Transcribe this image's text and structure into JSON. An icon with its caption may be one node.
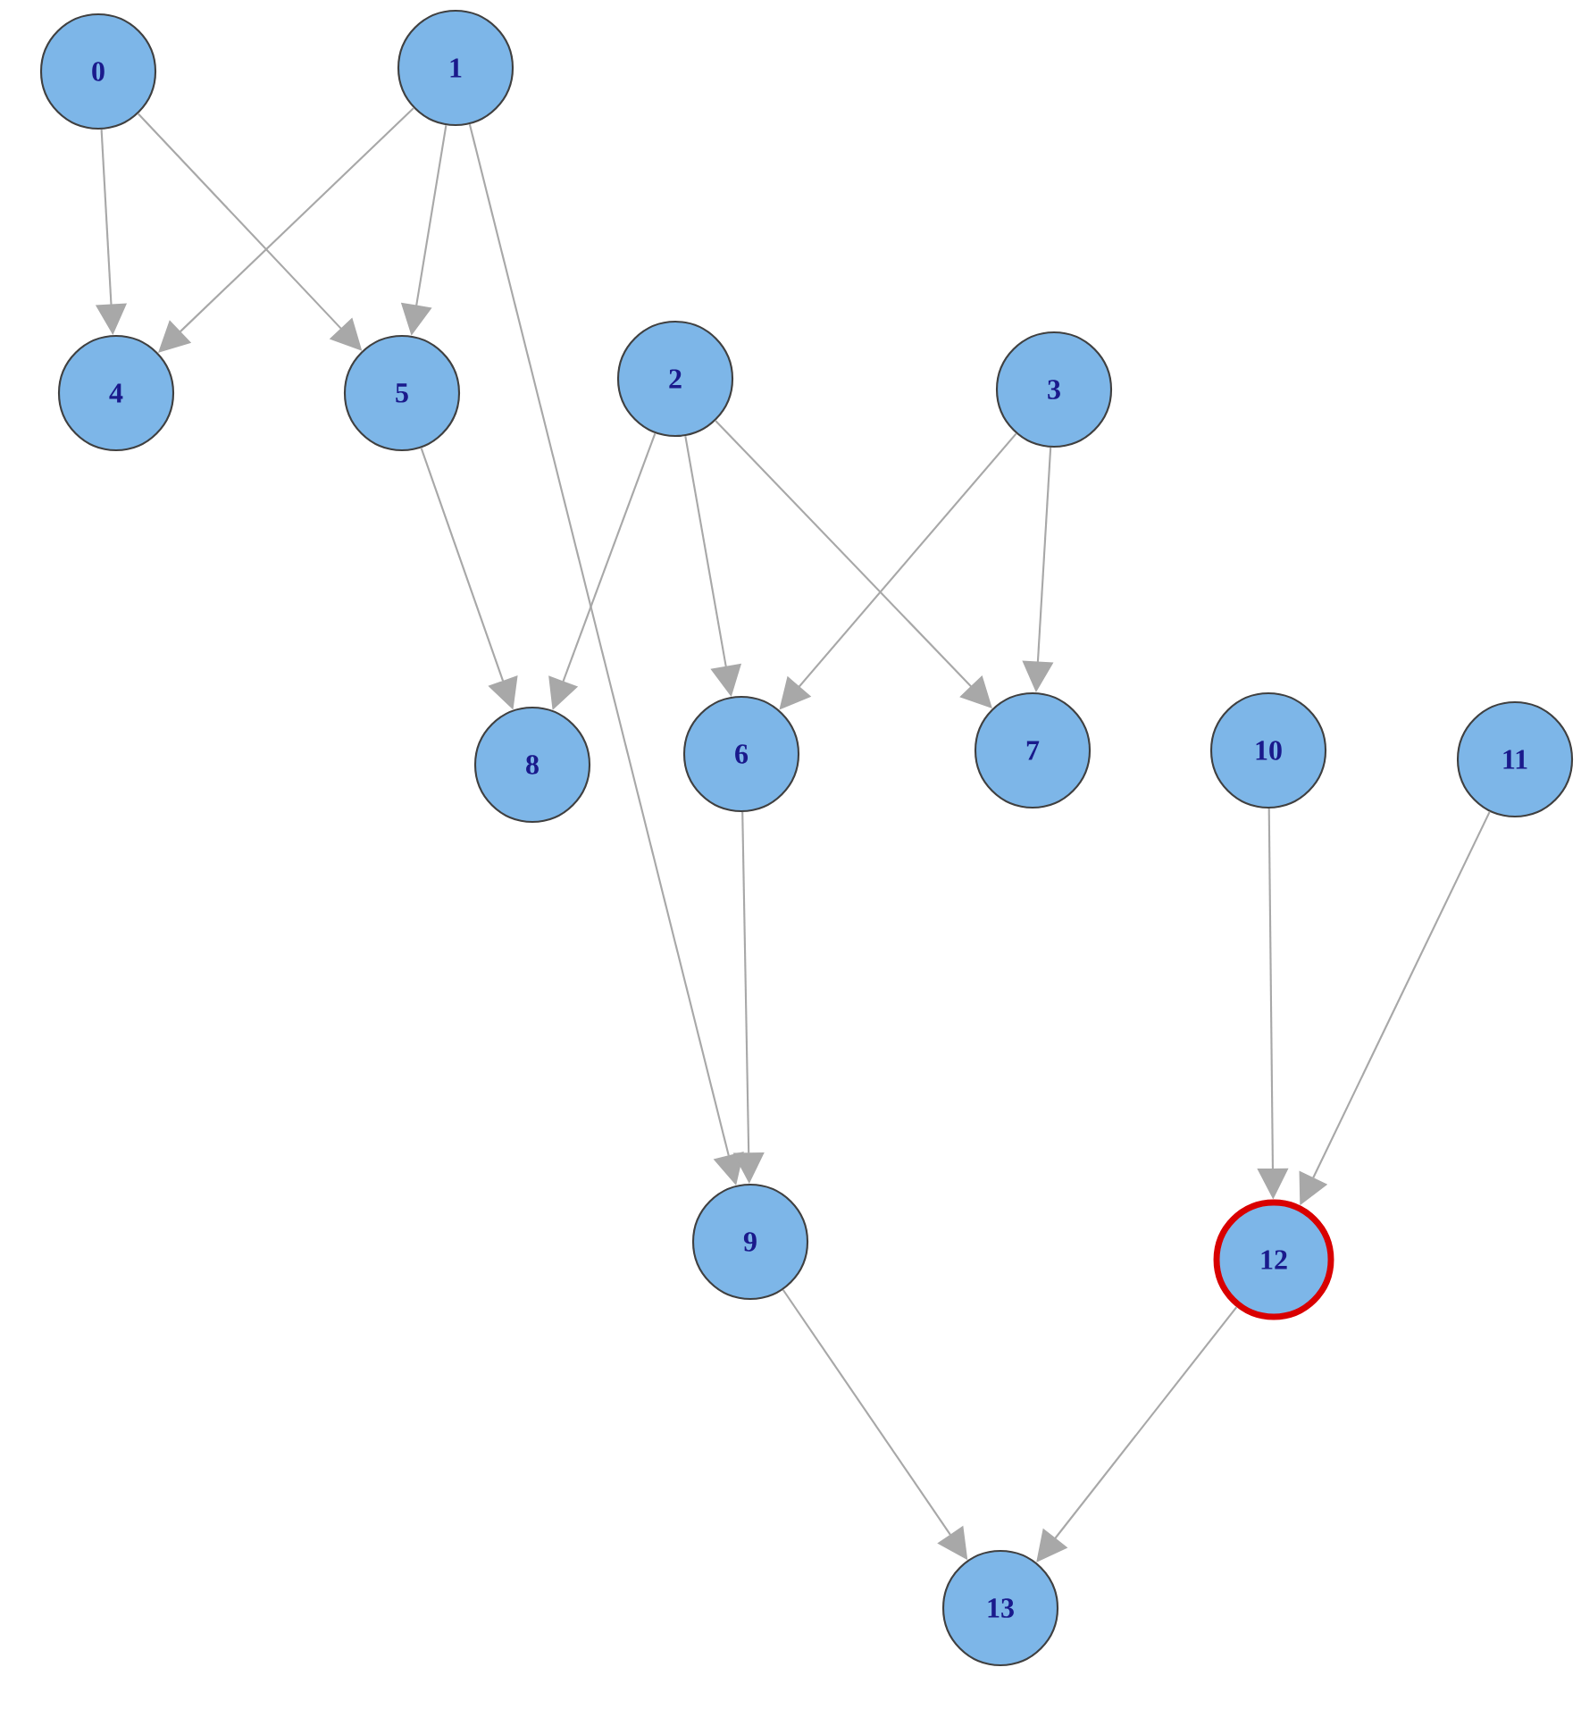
{
  "diagram": {
    "nodes": [
      {
        "text": [
          "0"
        ]
      },
      {
        "text": [
          "1"
        ]
      },
      {
        "text": [
          "2"
        ]
      },
      {
        "text": [
          "3"
        ]
      },
      {
        "text": [
          "4"
        ]
      },
      {
        "text": [
          "5"
        ]
      },
      {
        "text": [
          "6"
        ]
      },
      {
        "text": [
          "7"
        ]
      },
      {
        "text": [
          "8"
        ]
      },
      {
        "text": [
          "9"
        ]
      },
      {
        "text": [
          "10"
        ]
      },
      {
        "text": [
          "11"
        ]
      },
      {
        "text": [
          "12"
        ]
      },
      {
        "text": [
          "13"
        ]
      }
    ],
    "edges": [
      {
        "from": 0,
        "to": 4,
        "arrow": "to"
      },
      {
        "from": 0,
        "to": 5,
        "arrow": "to"
      },
      {
        "from": 1,
        "to": 4,
        "arrow": "to"
      },
      {
        "from": 1,
        "to": 5,
        "arrow": "to"
      },
      {
        "from": 1,
        "to": 9,
        "arrow": "to"
      },
      {
        "from": 5,
        "to": 8,
        "arrow": "to"
      },
      {
        "from": 2,
        "to": 8,
        "arrow": "to"
      },
      {
        "from": 2,
        "to": 6,
        "arrow": "to"
      },
      {
        "from": 2,
        "to": 7,
        "arrow": "to"
      },
      {
        "from": 3,
        "to": 6,
        "arrow": "to"
      },
      {
        "from": 3,
        "to": 7,
        "arrow": "to"
      },
      {
        "from": 6,
        "to": 9,
        "arrow": "to"
      },
      {
        "from": 10,
        "to": 12,
        "arrow": "to"
      },
      {
        "from": 11,
        "to": 12,
        "arrow": "to"
      },
      {
        "from": 9,
        "to": 13,
        "arrow": "to"
      },
      {
        "from": 12,
        "to": 13,
        "arrow": "to"
      }
    ]
  }
}
